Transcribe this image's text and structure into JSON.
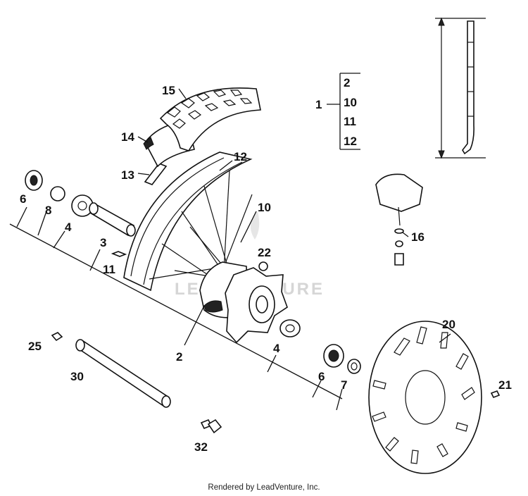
{
  "footer": {
    "rendered_by": "Rendered by LeadVenture, Inc."
  },
  "watermark": {
    "text": "LEADVENTURE"
  },
  "kit": {
    "label": "1",
    "items": [
      "2",
      "10",
      "11",
      "12"
    ]
  },
  "callouts": {
    "c15": "15",
    "c14": "14",
    "c13": "13",
    "c12": "12",
    "c10": "10",
    "c6a": "6",
    "c8": "8",
    "c4a": "4",
    "c3": "3",
    "c11": "11",
    "c22": "22",
    "c2": "2",
    "c4b": "4",
    "c25": "25",
    "c30": "30",
    "c6b": "6",
    "c7": "7",
    "c20": "20",
    "c21": "21",
    "c32": "32",
    "c16": "16"
  }
}
